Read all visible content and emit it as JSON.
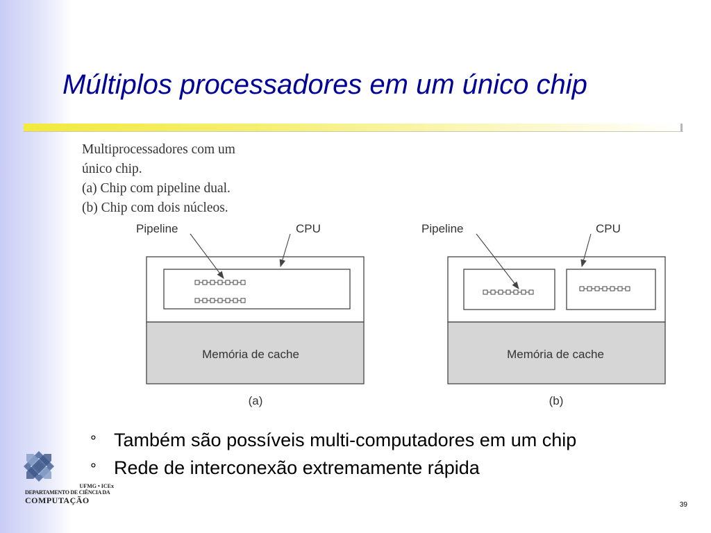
{
  "slide": {
    "title": "Múltiplos processadores em um único chip",
    "page_number": "39"
  },
  "caption": {
    "lines": [
      "Multiprocessadores com um",
      "único chip.",
      "(a) Chip com pipeline dual.",
      "(b) Chip com dois núcleos."
    ]
  },
  "diagram": {
    "a": {
      "label_pipeline": "Pipeline",
      "label_cpu": "CPU",
      "memory_label": "Memória de cache",
      "sublabel": "(a)",
      "pipeline_stages": 7,
      "pipelines": 2
    },
    "b": {
      "label_pipeline": "Pipeline",
      "label_cpu": "CPU",
      "memory_label": "Memória de cache",
      "sublabel": "(b)",
      "pipeline_stages": 7,
      "cores": 2
    }
  },
  "bullets": [
    {
      "mark": "°",
      "text": "Também são possíveis multi-computadores em um chip"
    },
    {
      "mark": "°",
      "text": "Rede de interconexão extremamente rápida"
    }
  ],
  "logo": {
    "line1": "UFMG • ICEx",
    "line2": "DEPARTAMENTO DE CIÊNCIA DA",
    "line3": "COMPUTAÇÃO"
  },
  "colors": {
    "title": "#000099",
    "cache_fill": "#d6d6d6",
    "stroke": "#444444",
    "rule": "#f2ea3c"
  }
}
